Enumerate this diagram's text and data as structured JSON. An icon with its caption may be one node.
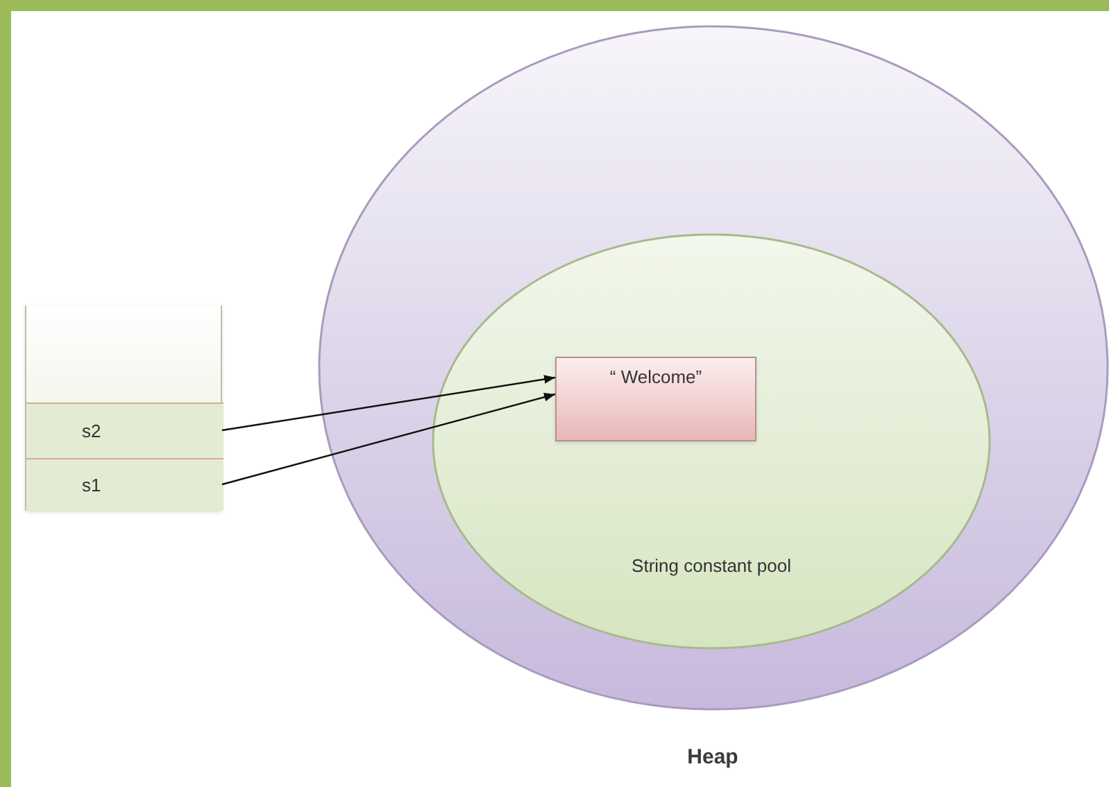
{
  "diagram": {
    "nodes": [
      {
        "text": [],
        "shape": "box"
      },
      {
        "text": [
          "s2"
        ],
        "in": 0
      },
      {
        "text": [
          "s1"
        ],
        "in": 0
      },
      {
        "text": [
          "Heap"
        ]
      },
      {
        "text": [
          "String constant pool"
        ],
        "in": 3
      },
      {
        "text": [
          "“ Welcome”"
        ],
        "in": 4
      }
    ],
    "edges": [
      {
        "from": 1,
        "to": 5,
        "arrow": "to"
      },
      {
        "from": 2,
        "to": 5,
        "arrow": "to"
      }
    ]
  }
}
